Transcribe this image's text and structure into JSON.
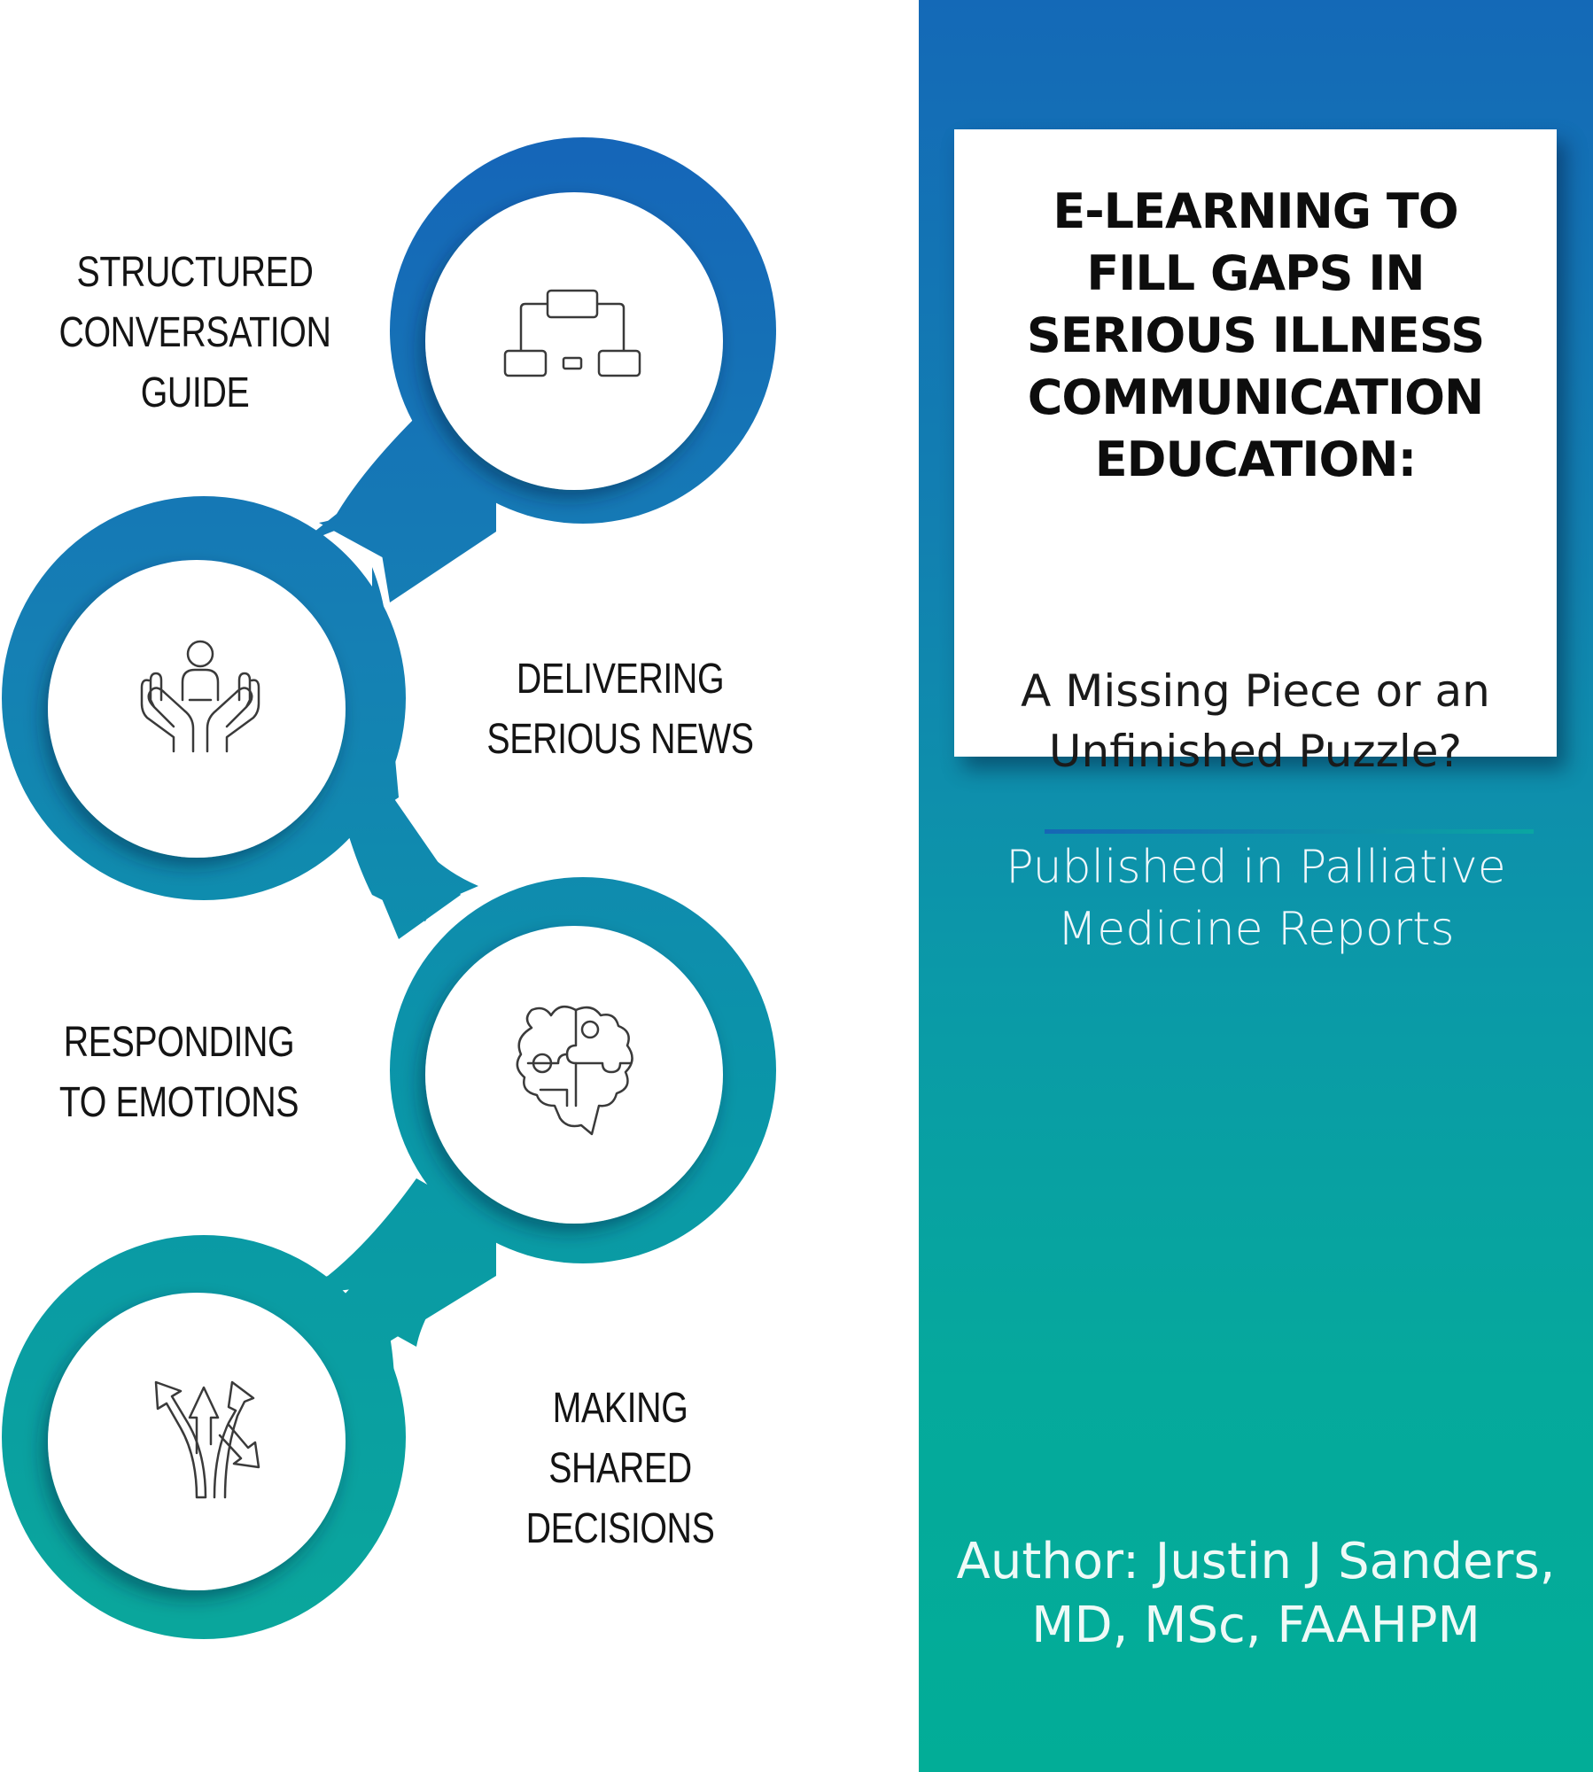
{
  "colors": {
    "chain_top": "#1565b8",
    "chain_bottom": "#0aa69c",
    "panel_top": "#1469b7",
    "panel_bottom": "#02ad97",
    "icon_stroke": "#3a3a3a"
  },
  "steps": [
    {
      "label_lines": [
        "STRUCTURED",
        "CONVERSATION",
        "GUIDE"
      ],
      "icon": "flowchart-icon"
    },
    {
      "label_lines": [
        "DELIVERING",
        "SERIOUS NEWS"
      ],
      "icon": "hands-person-icon"
    },
    {
      "label_lines": [
        "RESPONDING",
        "TO EMOTIONS"
      ],
      "icon": "brain-puzzle-icon"
    },
    {
      "label_lines": [
        "MAKING",
        "SHARED",
        "DECISIONS"
      ],
      "icon": "diverging-arrows-icon"
    }
  ],
  "title_card": {
    "heading_lines": [
      "E-LEARNING TO",
      "FILL GAPS IN",
      "SERIOUS ILLNESS",
      "COMMUNICATION",
      "EDUCATION:"
    ],
    "subtitle_lines": [
      "A Missing Piece or an",
      "Unfinished Puzzle?"
    ]
  },
  "publication_lines": [
    "Published in Palliative",
    "Medicine Reports"
  ],
  "author_lines": [
    "Author: Justin J Sanders,",
    "MD, MSc, FAAHPM"
  ]
}
